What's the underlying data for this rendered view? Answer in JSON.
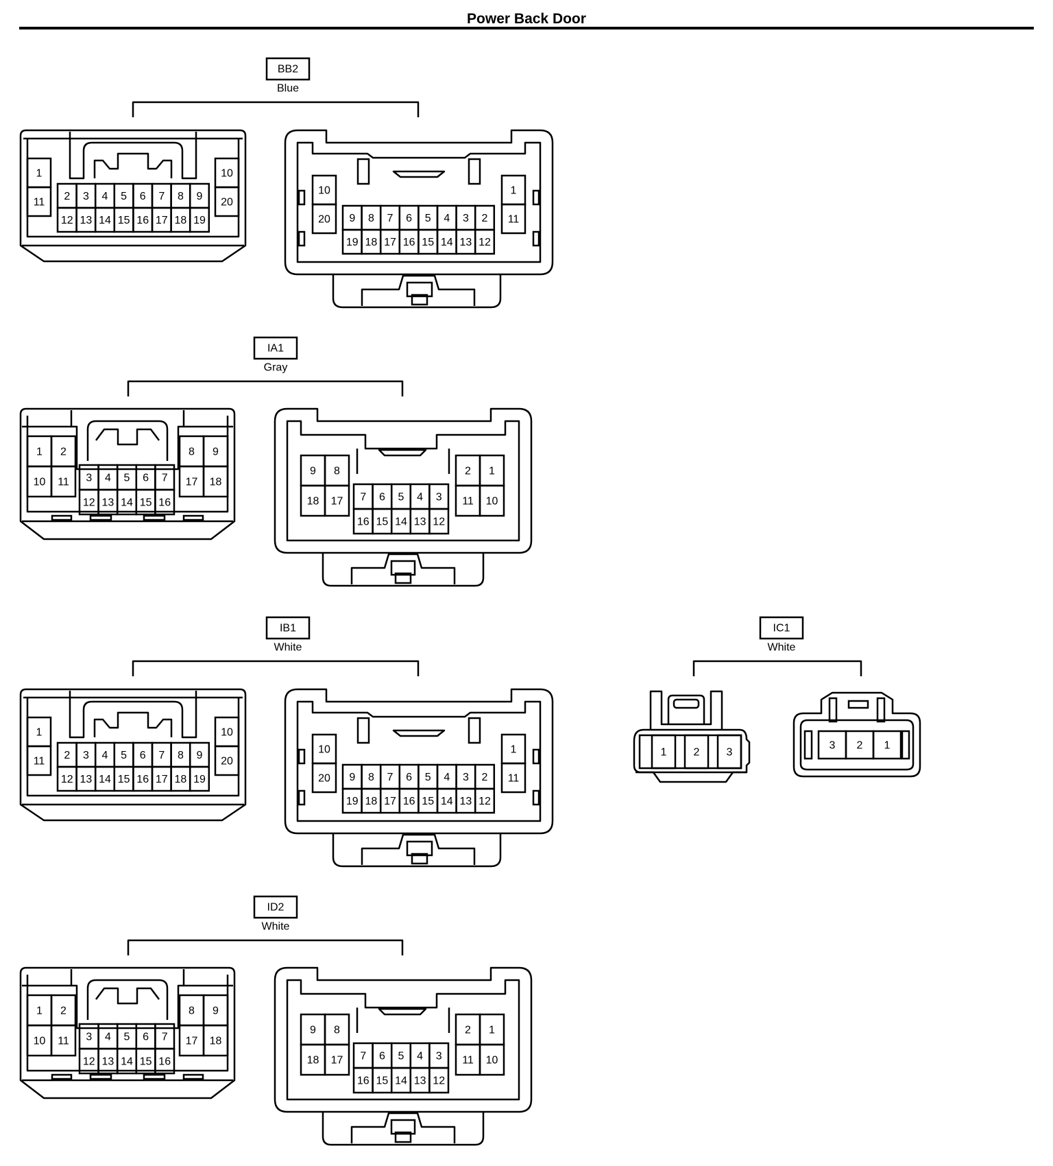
{
  "page": {
    "title": "Power Back Door"
  },
  "connectors": [
    {
      "code": "BB2",
      "color": "Blue",
      "female": {
        "left": {
          "top": [
            "1"
          ],
          "bottom": [
            "11"
          ]
        },
        "mid": {
          "top": [
            "2",
            "3",
            "4",
            "5",
            "6",
            "7",
            "8",
            "9"
          ],
          "bottom": [
            "12",
            "13",
            "14",
            "15",
            "16",
            "17",
            "18",
            "19"
          ]
        },
        "right": {
          "top": [
            "10"
          ],
          "bottom": [
            "20"
          ]
        }
      },
      "male": {
        "left": {
          "top": [
            "10"
          ],
          "bottom": [
            "20"
          ]
        },
        "mid": {
          "top": [
            "9",
            "8",
            "7",
            "6",
            "5",
            "4",
            "3",
            "2"
          ],
          "bottom": [
            "19",
            "18",
            "17",
            "16",
            "15",
            "14",
            "13",
            "12"
          ]
        },
        "right": {
          "top": [
            "1"
          ],
          "bottom": [
            "11"
          ]
        }
      }
    },
    {
      "code": "IA1",
      "color": "Gray",
      "female": {
        "left": {
          "top": [
            "1",
            "2"
          ],
          "bottom": [
            "10",
            "11"
          ]
        },
        "mid": {
          "top": [
            "3",
            "4",
            "5",
            "6",
            "7"
          ],
          "bottom": [
            "12",
            "13",
            "14",
            "15",
            "16"
          ]
        },
        "right": {
          "top": [
            "8",
            "9"
          ],
          "bottom": [
            "17",
            "18"
          ]
        }
      },
      "male": {
        "left": {
          "top": [
            "9",
            "8"
          ],
          "bottom": [
            "18",
            "17"
          ]
        },
        "mid": {
          "top": [
            "7",
            "6",
            "5",
            "4",
            "3"
          ],
          "bottom": [
            "16",
            "15",
            "14",
            "13",
            "12"
          ]
        },
        "right": {
          "top": [
            "2",
            "1"
          ],
          "bottom": [
            "11",
            "10"
          ]
        }
      }
    },
    {
      "code": "IB1",
      "color": "White",
      "female": {
        "left": {
          "top": [
            "1"
          ],
          "bottom": [
            "11"
          ]
        },
        "mid": {
          "top": [
            "2",
            "3",
            "4",
            "5",
            "6",
            "7",
            "8",
            "9"
          ],
          "bottom": [
            "12",
            "13",
            "14",
            "15",
            "16",
            "17",
            "18",
            "19"
          ]
        },
        "right": {
          "top": [
            "10"
          ],
          "bottom": [
            "20"
          ]
        }
      },
      "male": {
        "left": {
          "top": [
            "10"
          ],
          "bottom": [
            "20"
          ]
        },
        "mid": {
          "top": [
            "9",
            "8",
            "7",
            "6",
            "5",
            "4",
            "3",
            "2"
          ],
          "bottom": [
            "19",
            "18",
            "17",
            "16",
            "15",
            "14",
            "13",
            "12"
          ]
        },
        "right": {
          "top": [
            "1"
          ],
          "bottom": [
            "11"
          ]
        }
      }
    },
    {
      "code": "ID2",
      "color": "White",
      "female": {
        "left": {
          "top": [
            "1",
            "2"
          ],
          "bottom": [
            "10",
            "11"
          ]
        },
        "mid": {
          "top": [
            "3",
            "4",
            "5",
            "6",
            "7"
          ],
          "bottom": [
            "12",
            "13",
            "14",
            "15",
            "16"
          ]
        },
        "right": {
          "top": [
            "8",
            "9"
          ],
          "bottom": [
            "17",
            "18"
          ]
        }
      },
      "male": {
        "left": {
          "top": [
            "9",
            "8"
          ],
          "bottom": [
            "18",
            "17"
          ]
        },
        "mid": {
          "top": [
            "7",
            "6",
            "5",
            "4",
            "3"
          ],
          "bottom": [
            "16",
            "15",
            "14",
            "13",
            "12"
          ]
        },
        "right": {
          "top": [
            "2",
            "1"
          ],
          "bottom": [
            "11",
            "10"
          ]
        }
      }
    },
    {
      "code": "IC1",
      "color": "White",
      "female": {
        "pins": [
          "1",
          "2",
          "3"
        ]
      },
      "male": {
        "pins": [
          "3",
          "2",
          "1"
        ]
      }
    }
  ]
}
